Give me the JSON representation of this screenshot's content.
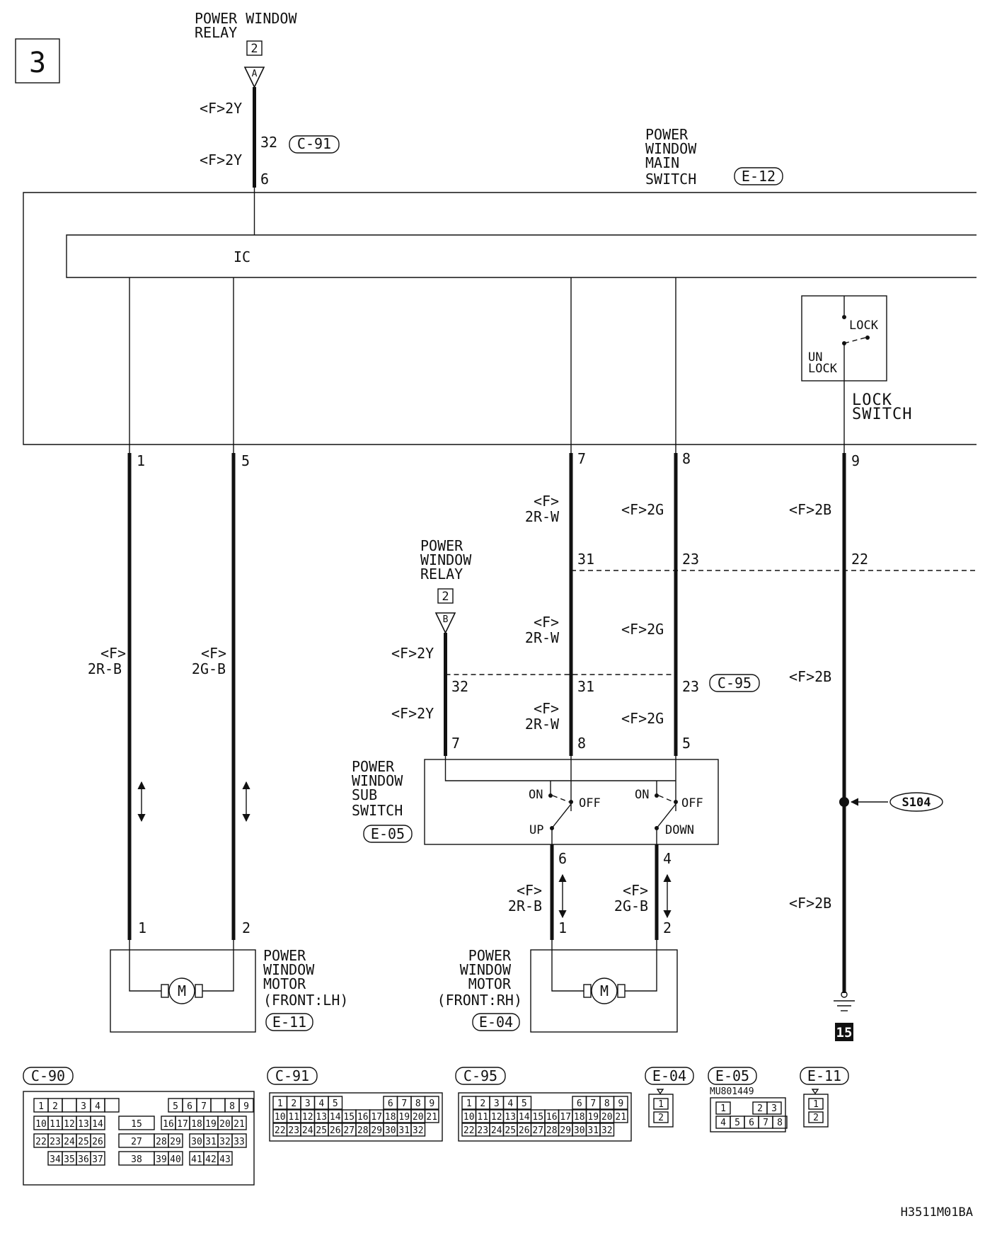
{
  "page_number": "3",
  "relay_a": {
    "title1": "POWER WINDOW",
    "title2": "RELAY",
    "ref": "2",
    "connector_letter": "A"
  },
  "relay_b": {
    "title1": "POWER",
    "title2": "WINDOW",
    "title3": "RELAY",
    "ref": "2",
    "connector_letter": "B"
  },
  "main_switch": {
    "title1": "POWER",
    "title2": "WINDOW",
    "title3": "MAIN",
    "title4": "SWITCH",
    "connector": "E-12",
    "ic_label": "IC"
  },
  "lock_switch": {
    "lock": "LOCK",
    "unlock1": "UN",
    "unlock2": "LOCK",
    "title1": "LOCK",
    "title2": "SWITCH"
  },
  "sub_switch": {
    "title1": "POWER",
    "title2": "WINDOW",
    "title3": "SUB",
    "title4": "SWITCH",
    "connector": "E-05",
    "on_left": "ON",
    "off_left": "OFF",
    "up": "UP",
    "on_right": "ON",
    "off_right": "OFF",
    "down": "DOWN"
  },
  "motor_lh": {
    "title1": "POWER",
    "title2": "WINDOW",
    "title3": "MOTOR",
    "title4": "(FRONT:LH)",
    "connector": "E-11",
    "symbol": "M"
  },
  "motor_rh": {
    "title1": "POWER",
    "title2": "WINDOW",
    "title3": "MOTOR",
    "title4": "(FRONT:RH)",
    "connector": "E-04",
    "symbol": "M"
  },
  "wire_labels": {
    "f2y": "<F>2Y",
    "f_top": "<F>",
    "r_b": "2R-B",
    "g_b": "2G-B",
    "r_w": "2R-W",
    "f2g": "<F>2G",
    "f2b": "<F>2B"
  },
  "pins": {
    "p32a": "32",
    "c91": "C-91",
    "p6a": "6",
    "p1": "1",
    "p5": "5",
    "p7": "7",
    "p8": "8",
    "p9": "9",
    "p31": "31",
    "p23": "23",
    "p22": "22",
    "p32b": "32",
    "p31b": "31",
    "p23b": "23",
    "c95": "C-95",
    "p7b": "7",
    "p8b": "8",
    "p5b": "5",
    "p6b": "6",
    "p4b": "4",
    "m_lh_1": "1",
    "m_lh_2": "2",
    "m_rh_1": "1",
    "m_rh_2": "2"
  },
  "splice": "S104",
  "ground": "15",
  "connector_views": {
    "c90": {
      "name": "C-90",
      "rows": [
        [
          "1",
          "2",
          "",
          "3",
          "4",
          "",
          "5",
          "6",
          "7",
          "",
          "8",
          "9"
        ],
        [
          "10",
          "11",
          "12",
          "13",
          "14",
          "15",
          "16",
          "17",
          "18",
          "19",
          "20",
          "21"
        ],
        [
          "22",
          "23",
          "24",
          "25",
          "26",
          "27",
          "28",
          "29",
          "30",
          "31",
          "32",
          "33"
        ],
        [
          "34",
          "35",
          "36",
          "37",
          "38",
          "39",
          "40",
          "41",
          "42",
          "43"
        ]
      ]
    },
    "c91": {
      "name": "C-91",
      "rows": [
        [
          "1",
          "2",
          "3",
          "4",
          "5",
          "6",
          "7",
          "8",
          "9"
        ],
        [
          "10",
          "11",
          "12",
          "13",
          "14",
          "15",
          "16",
          "17",
          "18",
          "19",
          "20",
          "21"
        ],
        [
          "22",
          "23",
          "24",
          "25",
          "26",
          "27",
          "28",
          "29",
          "30",
          "31",
          "32"
        ]
      ]
    },
    "c95": {
      "name": "C-95",
      "rows": [
        [
          "1",
          "2",
          "3",
          "4",
          "5",
          "6",
          "7",
          "8",
          "9"
        ],
        [
          "10",
          "11",
          "12",
          "13",
          "14",
          "15",
          "16",
          "17",
          "18",
          "19",
          "20",
          "21"
        ],
        [
          "22",
          "23",
          "24",
          "25",
          "26",
          "27",
          "28",
          "29",
          "30",
          "31",
          "32"
        ]
      ]
    },
    "e04": {
      "name": "E-04",
      "pins": [
        "1",
        "2"
      ]
    },
    "e05": {
      "name": "E-05",
      "part": "MU801449",
      "pins": [
        "1",
        "2",
        "3",
        "4",
        "5",
        "6",
        "7",
        "8"
      ]
    },
    "e11": {
      "name": "E-11",
      "pins": [
        "1",
        "2"
      ]
    }
  },
  "footer_code": "H3511M01BA"
}
